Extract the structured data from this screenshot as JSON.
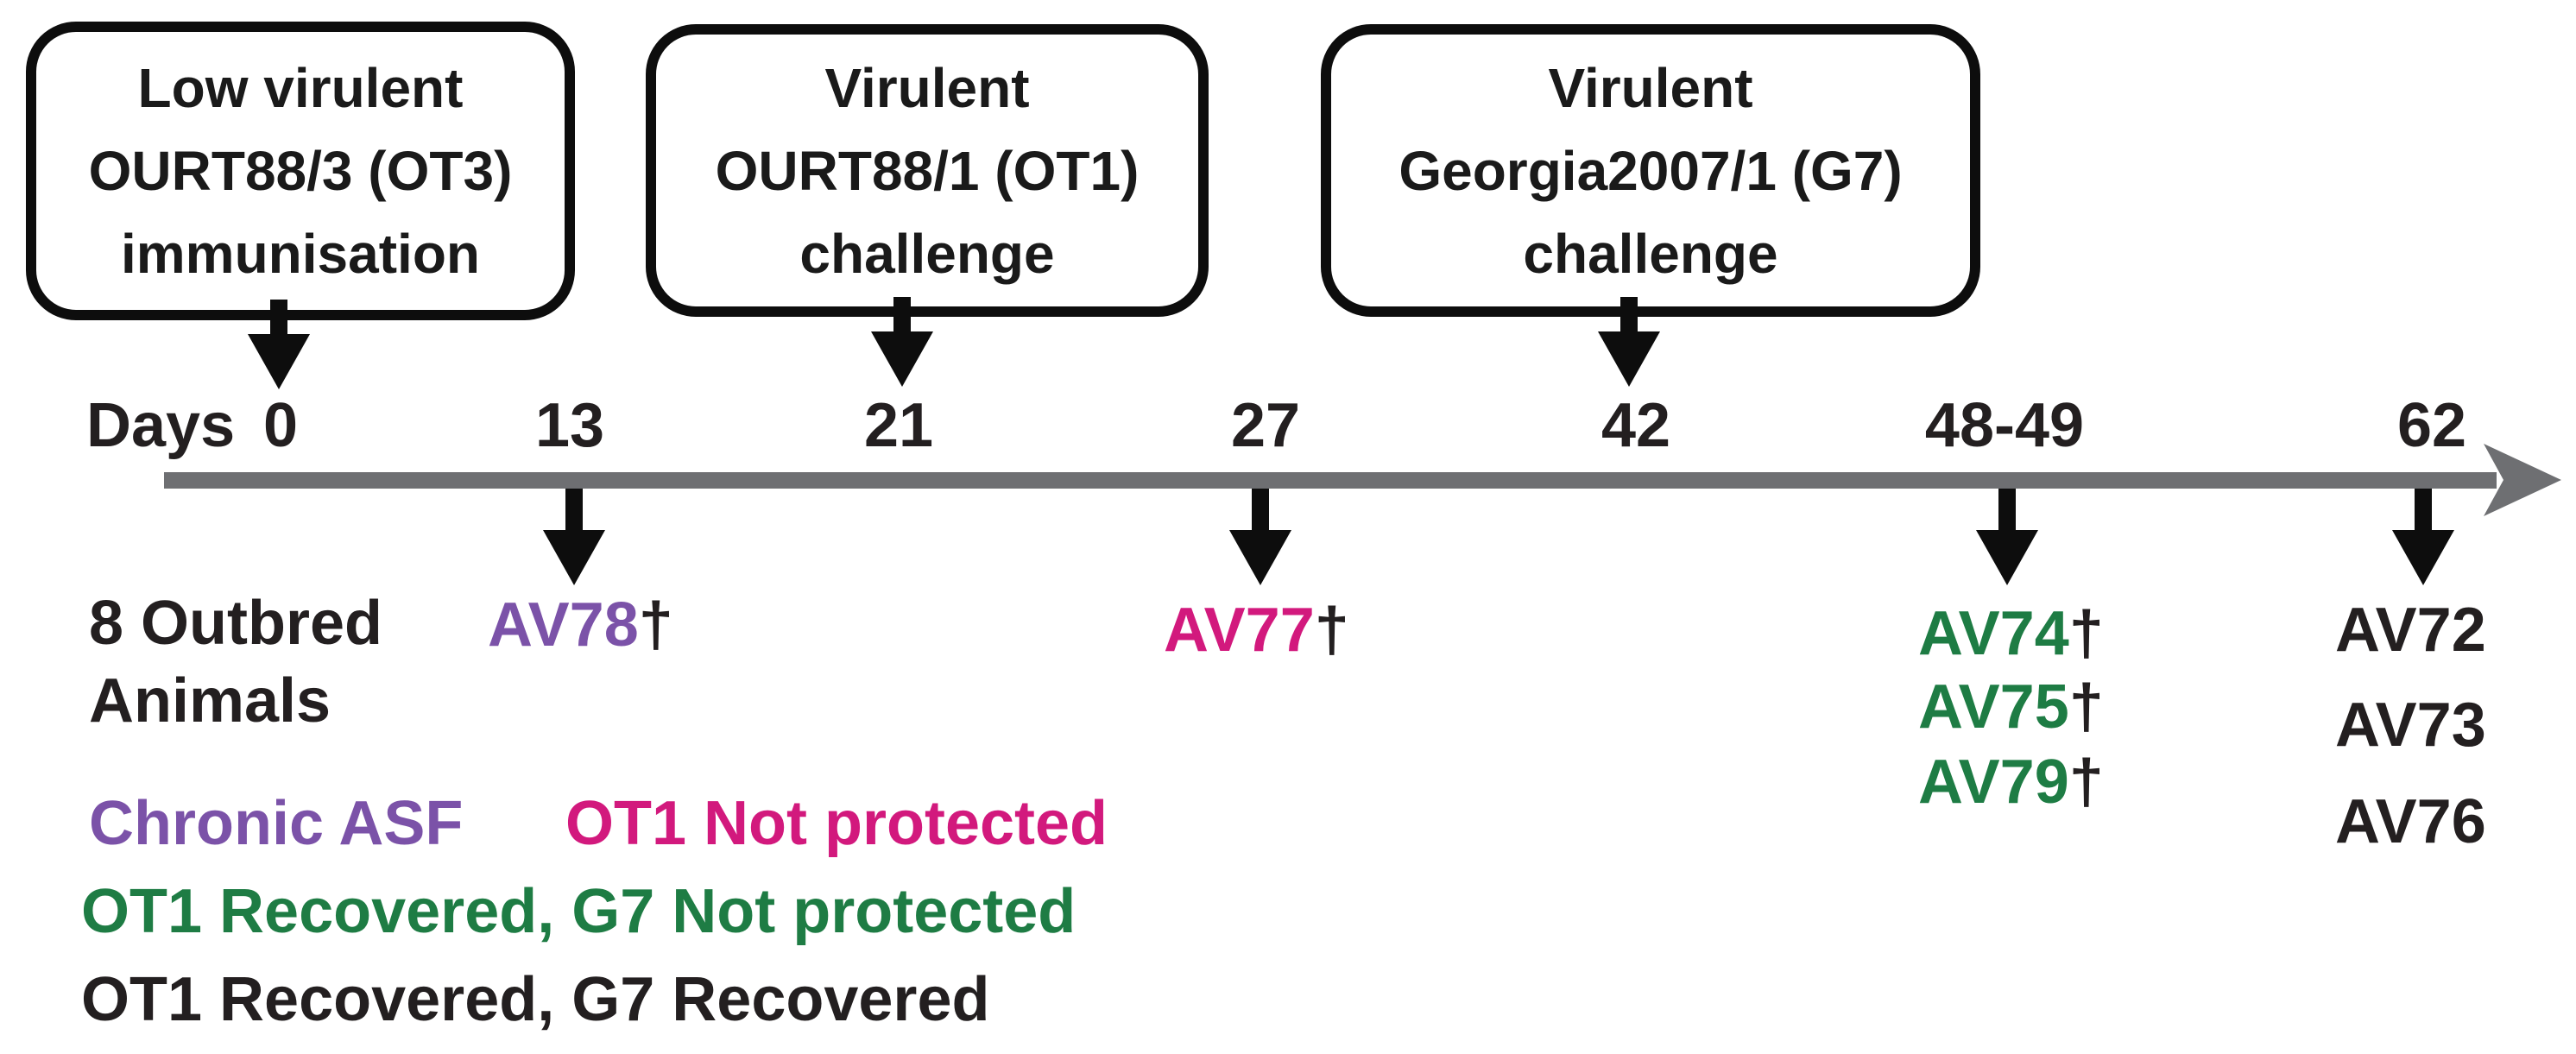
{
  "boxes": [
    {
      "lines": [
        "Low virulent",
        "OURT88/3 (OT3)",
        "immunisation"
      ],
      "points_to_day": "0"
    },
    {
      "lines": [
        "Virulent",
        "OURT88/1 (OT1)",
        "challenge"
      ],
      "points_to_day": "21"
    },
    {
      "lines": [
        "Virulent",
        "Georgia2007/1 (G7)",
        "challenge"
      ],
      "points_to_day": "42"
    }
  ],
  "timeline": {
    "axis_label": "Days",
    "ticks": [
      "0",
      "13",
      "21",
      "27",
      "42",
      "48-49",
      "62"
    ]
  },
  "cohort": {
    "line1": "8 Outbred",
    "line2": "Animals"
  },
  "events": [
    {
      "day": "13",
      "animals": [
        {
          "label": "AV78",
          "dagger": "†",
          "status": "chronic-asf"
        }
      ]
    },
    {
      "day": "27",
      "animals": [
        {
          "label": "AV77",
          "dagger": "†",
          "status": "ot1-not-protected"
        }
      ]
    },
    {
      "day": "48-49",
      "animals": [
        {
          "label": "AV74",
          "dagger": "†",
          "status": "ot1-recovered-g7-not-protected"
        },
        {
          "label": "AV75",
          "dagger": "†",
          "status": "ot1-recovered-g7-not-protected"
        },
        {
          "label": "AV79",
          "dagger": "†",
          "status": "ot1-recovered-g7-not-protected"
        }
      ]
    },
    {
      "day": "62",
      "animals": [
        {
          "label": "AV72",
          "dagger": "",
          "status": "ot1-recovered-g7-recovered"
        },
        {
          "label": "AV73",
          "dagger": "",
          "status": "ot1-recovered-g7-recovered"
        },
        {
          "label": "AV76",
          "dagger": "",
          "status": "ot1-recovered-g7-recovered"
        }
      ]
    }
  ],
  "legend": [
    {
      "label": "Chronic ASF",
      "color": "#7b52a8"
    },
    {
      "label": "OT1 Not protected",
      "color": "#d2197d"
    },
    {
      "label": "OT1 Recovered, G7 Not protected",
      "color": "#1e7c44"
    },
    {
      "label": "OT1 Recovered, G7 Recovered",
      "color": "#231f20"
    }
  ],
  "colors": {
    "purple": "#7b52a8",
    "pink": "#d2197d",
    "green": "#1e7c44",
    "text_black": "#231f20",
    "timeline_gray": "#6e6f72"
  }
}
